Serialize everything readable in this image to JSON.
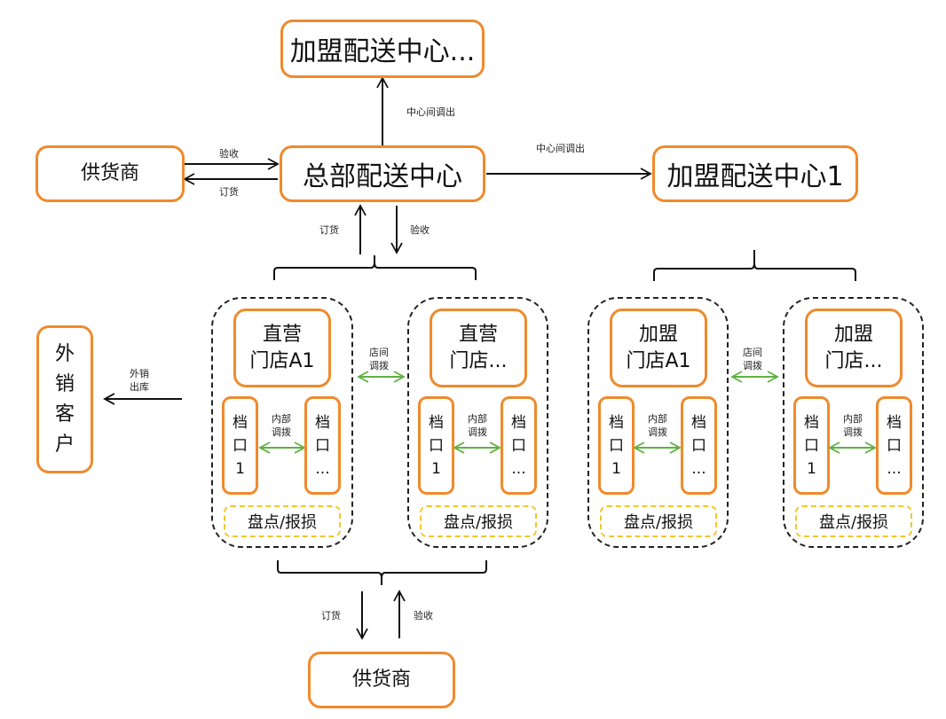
{
  "nodes": {
    "franchise_center_more": "加盟配送中心...",
    "hq_center": "总部配送中心",
    "franchise_center_1": "加盟配送中心1",
    "supplier_top": "供货商",
    "supplier_bottom": "供货商",
    "external_customer": [
      "外",
      "销",
      "客",
      "户"
    ]
  },
  "stores": [
    {
      "title_line1": "直营",
      "title_line2": "门店A1",
      "stall_1": [
        "档",
        "口",
        "1"
      ],
      "stall_n": [
        "档",
        "口",
        "..."
      ],
      "inventory": "盘点/报损",
      "internal_label": [
        "内部",
        "调拨"
      ]
    },
    {
      "title_line1": "直营",
      "title_line2": "门店...",
      "stall_1": [
        "档",
        "口",
        "1"
      ],
      "stall_n": [
        "档",
        "口",
        "..."
      ],
      "inventory": "盘点/报损",
      "internal_label": [
        "内部",
        "调拨"
      ]
    },
    {
      "title_line1": "加盟",
      "title_line2": "门店A1",
      "stall_1": [
        "档",
        "口",
        "1"
      ],
      "stall_n": [
        "档",
        "口",
        "..."
      ],
      "inventory": "盘点/报损",
      "internal_label": [
        "内部",
        "调拨"
      ]
    },
    {
      "title_line1": "加盟",
      "title_line2": "门店...",
      "stall_1": [
        "档",
        "口",
        "1"
      ],
      "stall_n": [
        "档",
        "口",
        "..."
      ],
      "inventory": "盘点/报损",
      "internal_label": [
        "内部",
        "调拨"
      ]
    }
  ],
  "edges": {
    "hq_to_franchise_more": "中心间调出",
    "hq_to_franchise_1": "中心间调出",
    "supplier_to_hq": "验收",
    "hq_to_supplier": "订货",
    "stores_to_hq": "订货",
    "hq_to_stores": "验收",
    "store_transfer": [
      "店间",
      "调拨"
    ],
    "external_sale": [
      "外销",
      "出库"
    ],
    "stores_to_supplier": "订货",
    "supplier_to_stores": "验收"
  },
  "colors": {
    "node_border": "#ef8a2c",
    "inventory_border": "#f3c62f",
    "transfer_arrow": "#5fb140",
    "line": "#111111"
  }
}
